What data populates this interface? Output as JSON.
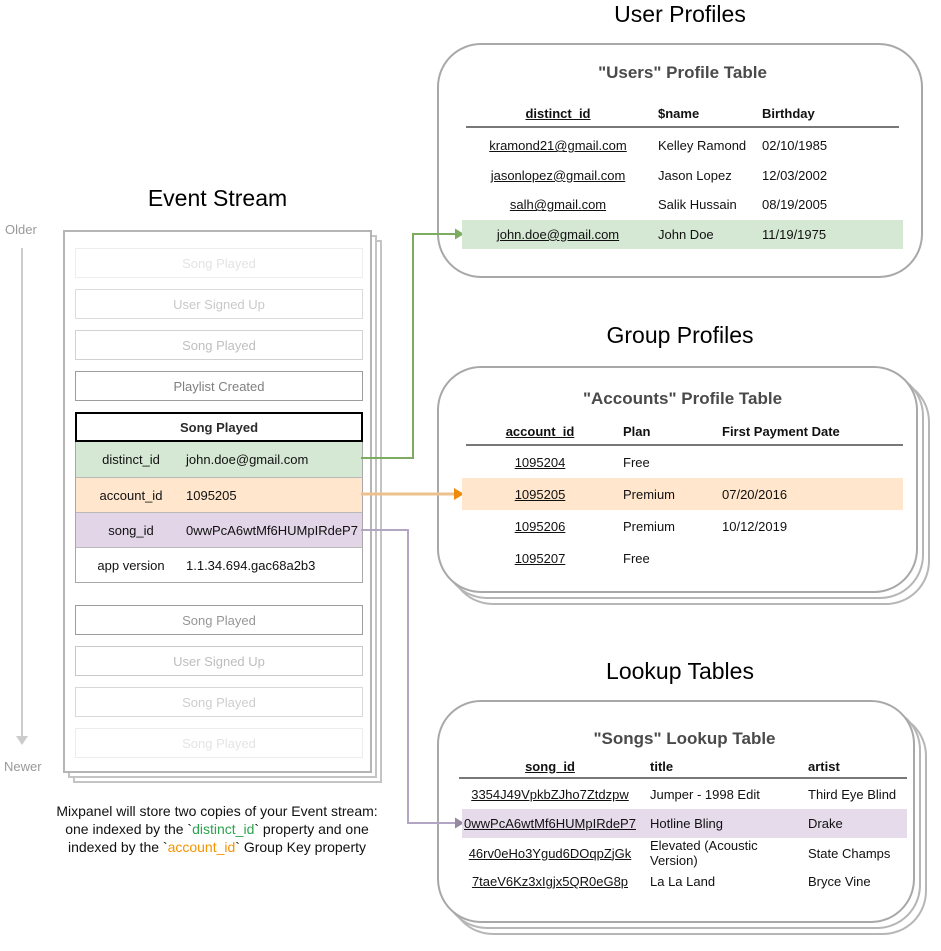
{
  "colors": {
    "green_highlight": "#d5e8d4",
    "orange_highlight": "#ffe6cc",
    "purple_highlight": "#e1d5e7",
    "green_accent": "#7dab60",
    "orange_accent": "#ef8a0c",
    "purple_accent": "#95889f",
    "distinct_id_keyword": "#2da44e",
    "account_id_keyword": "#f59300"
  },
  "event_stream": {
    "title": "Event Stream",
    "older_label": "Older",
    "newer_label": "Newer",
    "events_before": [
      "Song Played",
      "User Signed Up",
      "Song Played",
      "Playlist Created"
    ],
    "expanded_event": {
      "title": "Song Played",
      "properties": [
        {
          "key": "distinct_id",
          "value": "john.doe@gmail.com"
        },
        {
          "key": "account_id",
          "value": "1095205"
        },
        {
          "key": "song_id",
          "value": "0wwPcA6wtMf6HUMpIRdeP7"
        },
        {
          "key": "app version",
          "value": "1.1.34.694.gac68a2b3"
        }
      ]
    },
    "events_after": [
      "Song Played",
      "User Signed Up",
      "Song Played",
      "Song Played"
    ],
    "caption": {
      "line1": "Mixpanel will store two copies of your Event stream:",
      "line2_pre": "one indexed by the `",
      "line2_key": "distinct_id",
      "line2_post": "` property and one",
      "line3_pre": "indexed by the `",
      "line3_key": "account_id",
      "line3_post": "` Group Key property"
    }
  },
  "user_profiles": {
    "section_title": "User Profiles",
    "table_title": "\"Users\" Profile Table",
    "columns": [
      "distinct_id",
      "$name",
      "Birthday"
    ],
    "rows": [
      [
        "kramond21@gmail.com",
        "Kelley Ramond",
        "02/10/1985"
      ],
      [
        "jasonlopez@gmail.com",
        "Jason Lopez",
        "12/03/2002"
      ],
      [
        "salh@gmail.com",
        "Salik Hussain",
        "08/19/2005"
      ],
      [
        "john.doe@gmail.com",
        "John Doe",
        "11/19/1975"
      ]
    ]
  },
  "group_profiles": {
    "section_title": "Group Profiles",
    "table_title": "\"Accounts\" Profile Table",
    "columns": [
      "account_id",
      "Plan",
      "First Payment Date"
    ],
    "rows": [
      [
        "1095204",
        "Free",
        ""
      ],
      [
        "1095205",
        "Premium",
        "07/20/2016"
      ],
      [
        "1095206",
        "Premium",
        "10/12/2019"
      ],
      [
        "1095207",
        "Free",
        ""
      ]
    ]
  },
  "lookup_tables": {
    "section_title": "Lookup Tables",
    "table_title": "\"Songs\" Lookup Table",
    "columns": [
      "song_id",
      "title",
      "artist"
    ],
    "rows": [
      [
        "3354J49VpkbZJho7Ztdzpw",
        "Jumper - 1998 Edit",
        "Third Eye Blind"
      ],
      [
        "0wwPcA6wtMf6HUMpIRdeP7",
        "Hotline Bling",
        "Drake"
      ],
      [
        "46rv0eHo3Ygud6DOqpZjGk",
        "Elevated (Acoustic Version)",
        "State Champs"
      ],
      [
        "7taeV6Kz3xIgjx5QR0eG8p",
        "La La Land",
        "Bryce Vine"
      ]
    ]
  }
}
